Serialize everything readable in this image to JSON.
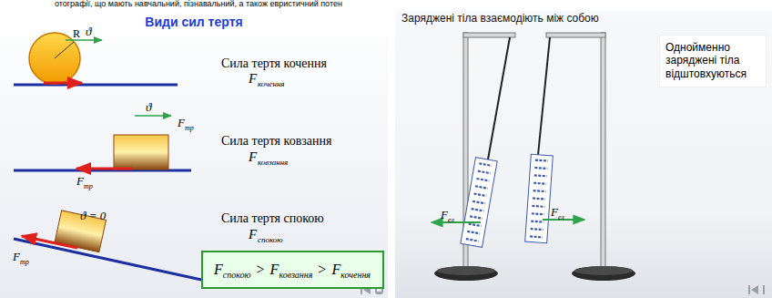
{
  "diagram": {
    "title": "Види сил тертя",
    "nodes": [
      {
        "text": [
          "F",
          "спокою",
          ">",
          "F",
          "ковзання",
          ">",
          "F",
          "кочення"
        ]
      },
      {
        "text": [
          "Однойменно заряджені тіла відштовхуються"
        ]
      }
    ],
    "labels": [
      "отографії, що мають навчальний, пізнавальний, а також евристичний потен",
      "R",
      "ϑ",
      "Сила тертя кочення",
      "F",
      "кочення",
      "ϑ",
      "F",
      "тр",
      "F",
      "тр",
      "Сила тертя ковзання",
      "F",
      "ковзання",
      "ϑ = 0",
      "F",
      "тр",
      "Сила тертя спокою",
      "F",
      "спокою",
      "Заряджені тіла взаємодіють між собою",
      "F",
      "ел",
      "F",
      "ел"
    ]
  }
}
